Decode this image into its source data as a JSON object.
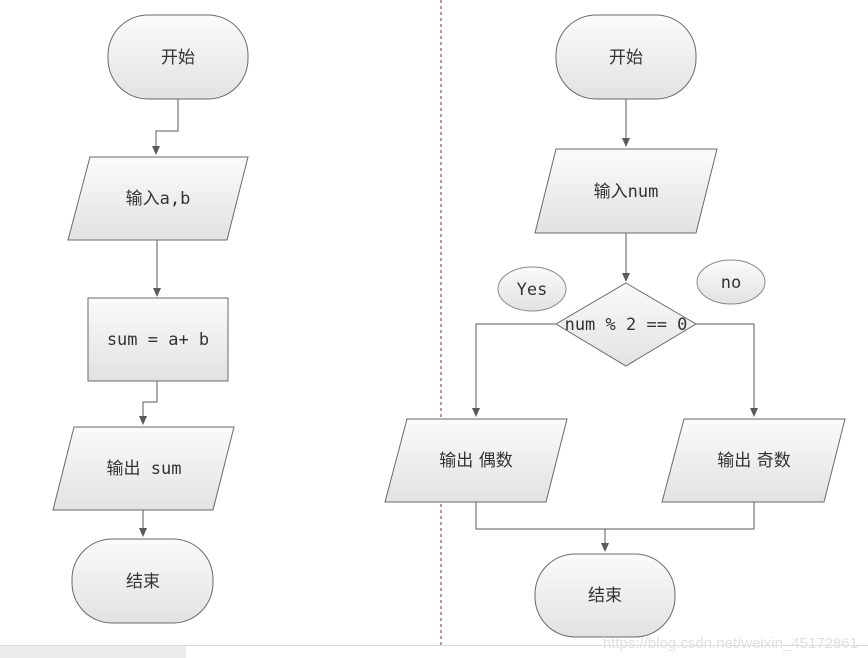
{
  "left_flow": {
    "start": "开始",
    "input": "输入a,b",
    "process": "sum = a+ b",
    "output": "输出 sum",
    "end": "结束"
  },
  "right_flow": {
    "start": "开始",
    "input": "输入num",
    "decision": "num % 2 == 0",
    "yes_label": "Yes",
    "no_label": "no",
    "output_even": "输出 偶数",
    "output_odd": "输出 奇数",
    "end": "结束"
  },
  "watermark": "https://blog.csdn.net/weixin_45172861",
  "colors": {
    "stroke": "#5a5a5a",
    "fill_light": "#f7f7f7",
    "fill_dark": "#e4e4e4",
    "divider": "#8a2b2b"
  }
}
